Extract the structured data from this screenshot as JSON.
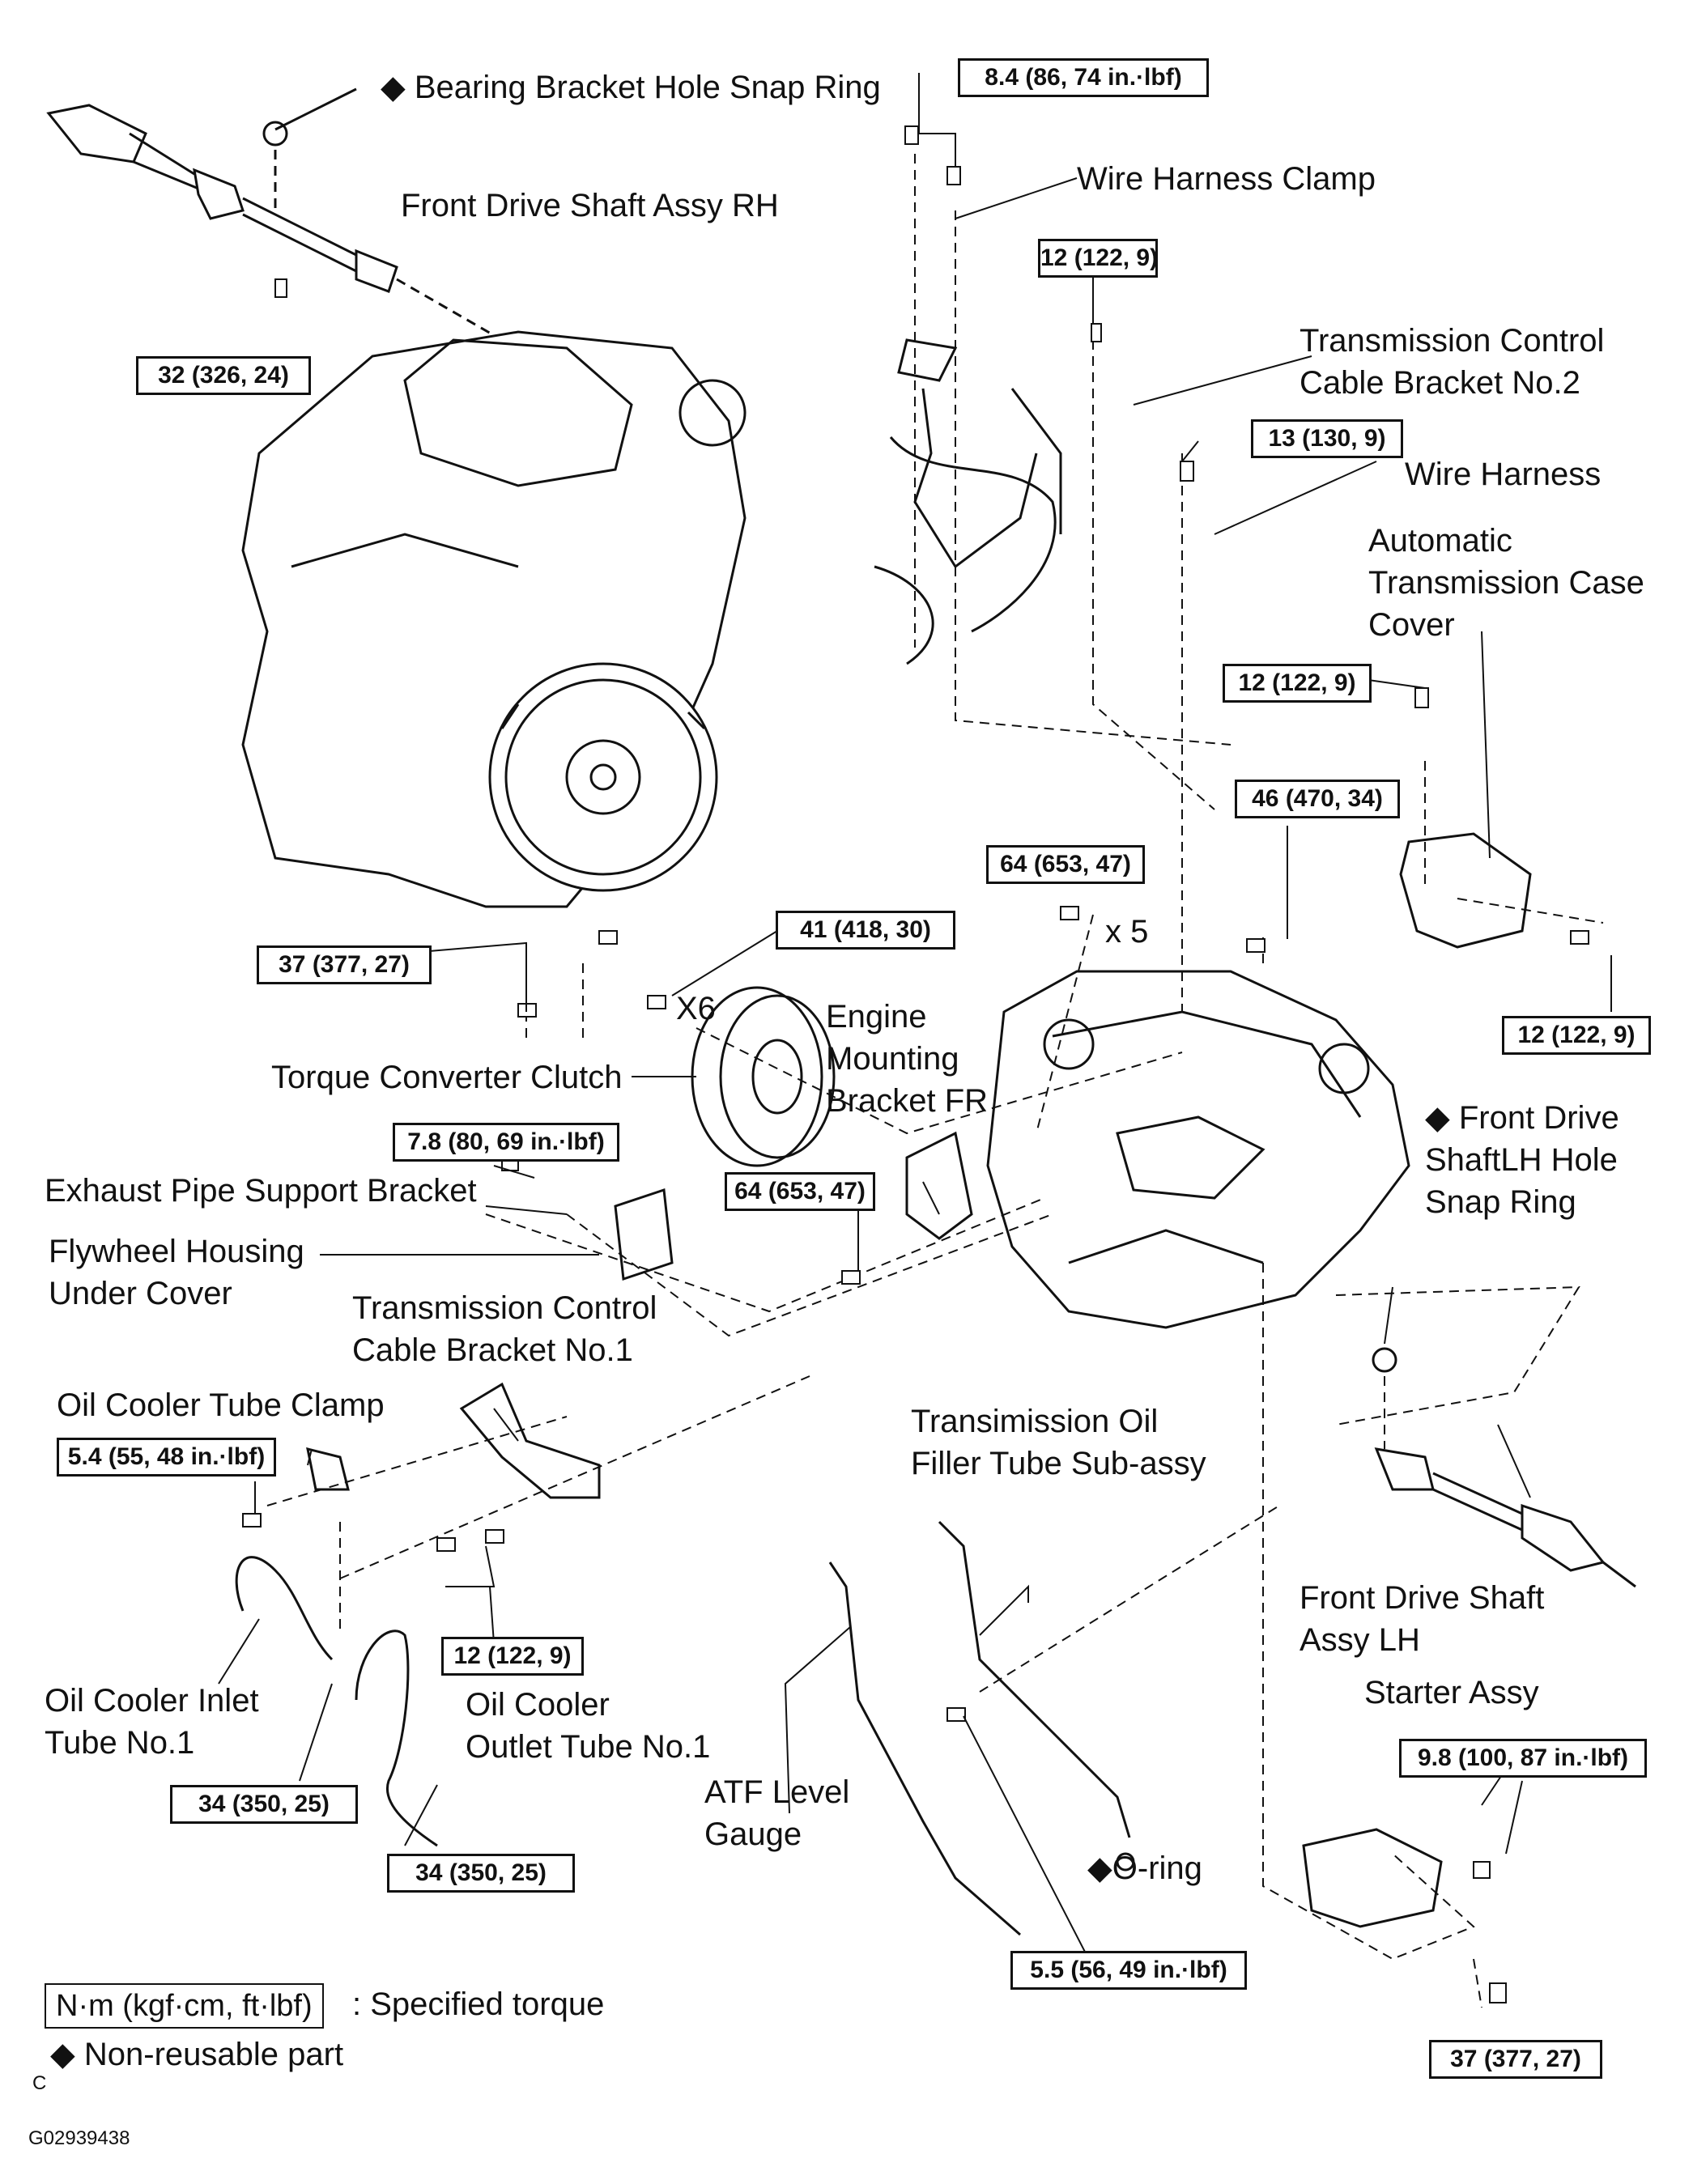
{
  "labels": {
    "bearing_snap_ring": "◆  Bearing Bracket Hole Snap Ring",
    "front_drive_rh": "Front Drive Shaft Assy RH",
    "wire_harness_clamp": "Wire Harness Clamp",
    "tcc_bracket2": "Transmission Control\nCable Bracket No.2",
    "wire_harness": "Wire Harness",
    "at_case_cover": "Automatic\nTransmission Case\n Cover",
    "engine_mount": "Engine\nMounting\nBracket FR",
    "x6": "X6",
    "x5": "x 5",
    "torque_converter": "Torque Converter Clutch",
    "lh_snap_ring": "◆ Front  Drive\nShaftLH Hole\nSnap Ring",
    "exhaust_bracket": "Exhaust Pipe Support Bracket",
    "flywheel_cover": "Flywheel Housing\nUnder Cover",
    "tcc_bracket1": "Transmission Control\nCable Bracket No.1",
    "oil_cooler_clamp": "Oil Cooler Tube Clamp",
    "filler_tube": "Transimission Oil\nFiller Tube  Sub-assy",
    "front_drive_lh": "Front Drive Shaft\nAssy LH",
    "starter": "Starter Assy",
    "oil_inlet": "Oil Cooler Inlet\nTube No.1",
    "oil_outlet": "Oil Cooler\nOutlet Tube No.1",
    "atf_gauge": "ATF Level\nGauge",
    "o_ring": "◆O-ring"
  },
  "torques": {
    "t1": "8.4 (86, 74 in.·lbf)",
    "t2": "12 (122, 9)",
    "t3": "32 (326, 24)",
    "t4": "13 (130, 9)",
    "t5": "12 (122, 9)",
    "t6": "46 (470, 34)",
    "t7": "64 (653, 47)",
    "t8": "37 (377, 27)",
    "t9": "41 (418, 30)",
    "t10": "12 (122, 9)",
    "t11": "7.8 (80, 69 in.·lbf)",
    "t12": "64 (653, 47)",
    "t13": "5.4 (55, 48 in.·lbf)",
    "t14": "12 (122, 9)",
    "t15": "9.8 (100, 87 in.·lbf)",
    "t16": "34 (350, 25)",
    "t17": "34 (350, 25)",
    "t18": "5.5 (56, 49 in.·lbf)",
    "t19": "37 (377, 27)"
  },
  "legend": {
    "box": "N·m (kgf·cm, ft·lbf)",
    "specified": ": Specified torque",
    "nonreusable": "◆ Non-reusable part",
    "corner": "C"
  },
  "figure_code": "G02939438"
}
